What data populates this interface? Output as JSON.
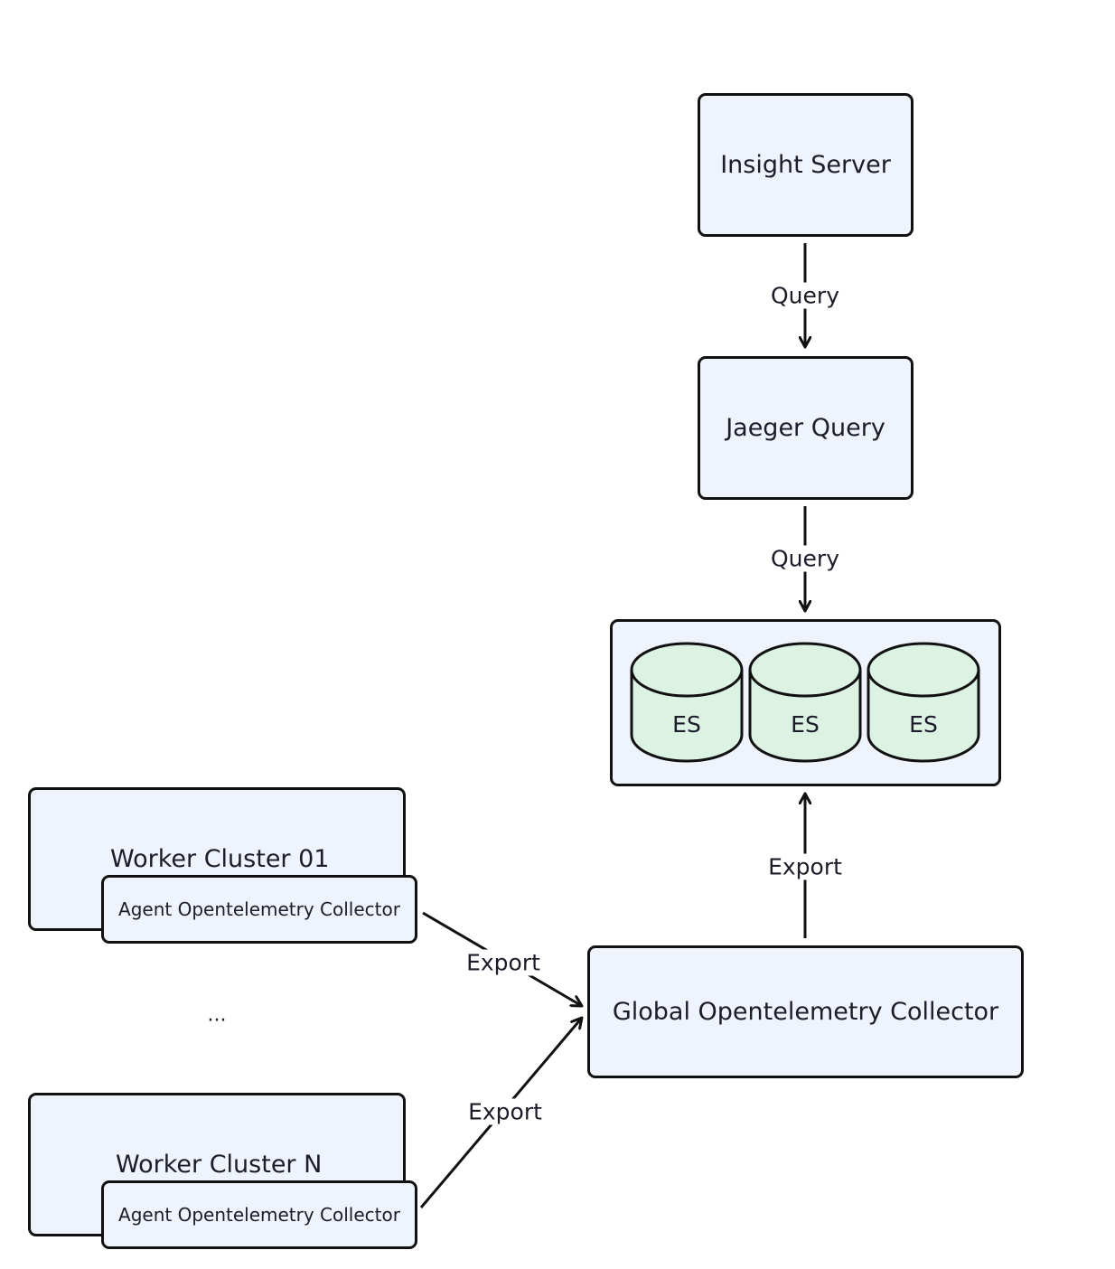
{
  "nodes": {
    "insight_server": "Insight Server",
    "jaeger_query": "Jaeger Query",
    "es_nodes": [
      "ES",
      "ES",
      "ES"
    ],
    "global_collector": "Global Opentelemetry Collector",
    "worker_cluster_01": "Worker Cluster 01",
    "worker_cluster_n": "Worker Cluster N",
    "agent_collector_01": "Agent Opentelemetry Collector",
    "agent_collector_n": "Agent Opentelemetry Collector",
    "ellipsis": "..."
  },
  "edges": {
    "query_top": "Query",
    "query_middle": "Query",
    "export_to_es": "Export",
    "export_from_cluster_01": "Export",
    "export_from_cluster_n": "Export"
  },
  "colors": {
    "box_fill": "#eef3fc",
    "es_fill": "#dcf3e3",
    "stroke": "#111111",
    "text": "#1c1c2a"
  }
}
